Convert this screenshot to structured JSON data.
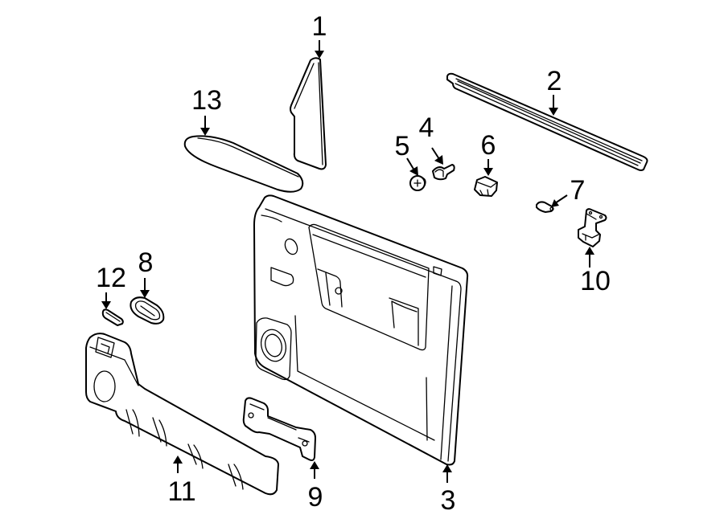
{
  "diagram": {
    "type": "exploded-parts-diagram",
    "subject": "door trim panel assembly",
    "background_color": "#ffffff",
    "line_color": "#000000"
  },
  "callouts": [
    {
      "number": "1",
      "part": "upper corner trim piece"
    },
    {
      "number": "2",
      "part": "belt weatherstrip / sill molding"
    },
    {
      "number": "3",
      "part": "door trim panel"
    },
    {
      "number": "4",
      "part": "push-in retainer clip"
    },
    {
      "number": "5",
      "part": "screw"
    },
    {
      "number": "6",
      "part": "retainer nut"
    },
    {
      "number": "7",
      "part": "small clip"
    },
    {
      "number": "8",
      "part": "handle bezel"
    },
    {
      "number": "9",
      "part": "pull handle bracket"
    },
    {
      "number": "10",
      "part": "mounting bracket"
    },
    {
      "number": "11",
      "part": "armrest / lower trim"
    },
    {
      "number": "12",
      "part": "switch plug / cover"
    },
    {
      "number": "13",
      "part": "armrest pad"
    }
  ]
}
